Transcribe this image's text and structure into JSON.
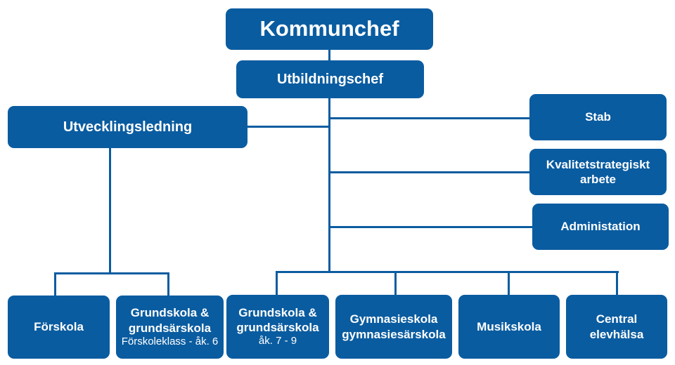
{
  "org_chart": {
    "kommunchef": "Kommunchef",
    "utbildningschef": "Utbildningschef",
    "utvecklingsledning": "Utvecklingsledning",
    "stab": "Stab",
    "kvalitet": {
      "line1": "Kvalitetstrategiskt",
      "line2": "arbete"
    },
    "administation": "Administation",
    "units": {
      "forskola": "Förskola",
      "grundskola_f6": {
        "line1": "Grundskola &",
        "line2": "grundsärskola",
        "line3": "Förskoleklass - åk. 6"
      },
      "grundskola_79": {
        "line1": "Grundskola &",
        "line2": "grundsärskola",
        "line3": "åk. 7 - 9"
      },
      "gymnasieskola": {
        "line1": "Gymnasieskola",
        "line2": "gymnasiesärskola"
      },
      "musikskola": "Musikskola",
      "central_elevhalsa": {
        "line1": "Central",
        "line2": "elevhälsa"
      }
    }
  },
  "colors": {
    "box": "#0a5ca0",
    "text": "#ffffff",
    "connector": "#0a5ca0"
  }
}
